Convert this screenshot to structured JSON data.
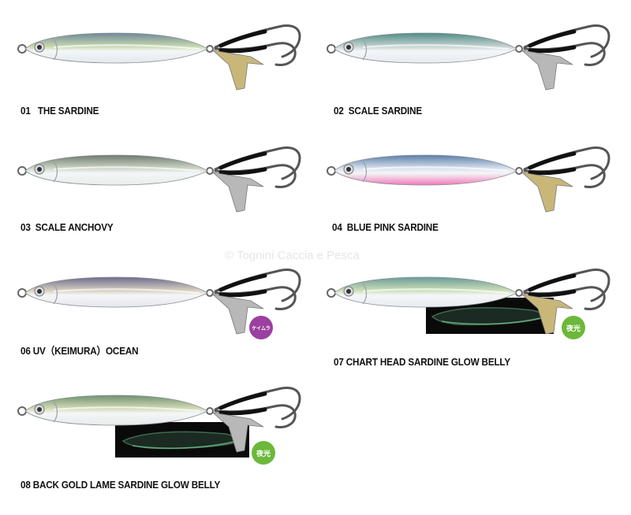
{
  "watermark": "© Tognini Caccia e Pesca",
  "lures": [
    {
      "number": "01",
      "name": "THE SARDINE",
      "back": "#6f8899",
      "belly": "#e4e8ec",
      "stripe": "#c9d9b0",
      "glow": false,
      "badge": ""
    },
    {
      "number": "02",
      "name": "SCALE SARDINE",
      "back": "#4f8c88",
      "belly": "#e6ebef",
      "stripe": "#c6d4cf",
      "glow": false,
      "badge": ""
    },
    {
      "number": "03",
      "name": "SCALE ANCHOVY",
      "back": "#6f7a70",
      "belly": "#e9ece9",
      "stripe": "#cfd8c8",
      "glow": false,
      "badge": ""
    },
    {
      "number": "04",
      "name": "BLUE PINK SARDINE",
      "back": "#5a7fa8",
      "belly": "#f07ab8",
      "stripe": "#dbe3ef",
      "glow": false,
      "badge": ""
    },
    {
      "number": "06",
      "name": "UV（KEIMURA）OCEAN",
      "back": "#6d6a8f",
      "belly": "#e6e6ee",
      "stripe": "#d8d2c0",
      "glow": false,
      "badge": "ケイムラ"
    },
    {
      "number": "07",
      "name": "CHART HEAD SARDINE GLOW BELLY",
      "back": "#6a9a9a",
      "belly": "#e8ecee",
      "stripe": "#cde0b8",
      "glow": true,
      "badge": "夜光"
    },
    {
      "number": "08",
      "name": "BACK GOLD LAME SARDINE GLOW BELLY",
      "back": "#6f9270",
      "belly": "#e7ebe9",
      "stripe": "#d6dcb8",
      "glow": true,
      "badge": "夜光"
    }
  ],
  "colors": {
    "hook": "#555555",
    "hook_wrap": "#111111",
    "blade": "#b8b8b8",
    "blade_gold": "#c9b77a"
  }
}
